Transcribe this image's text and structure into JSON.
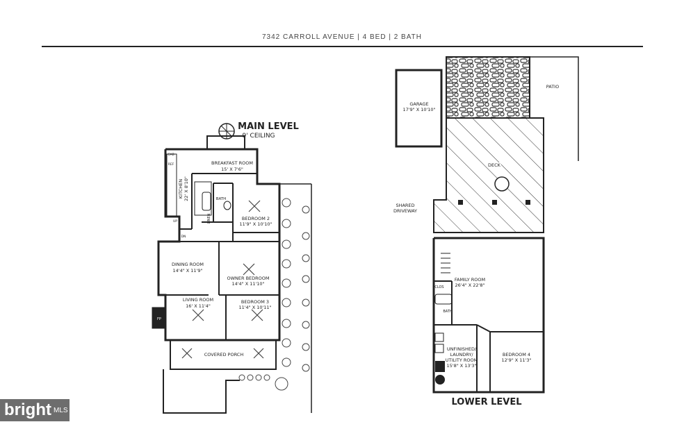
{
  "header": {
    "title": "7342 CARROLL AVENUE | 4 BED  | 2 BATH"
  },
  "main_level": {
    "title": "MAIN LEVEL",
    "subtitle": "9' CEILING",
    "rooms": {
      "breakfast": {
        "name": "BREAKFAST ROOM",
        "dims": "15' X 7'6\""
      },
      "kitchen": {
        "name": "KITCHEN",
        "dims": "22' X 8'10\""
      },
      "bath": {
        "name": "BATH"
      },
      "bedroom2": {
        "name": "BEDROOM 2",
        "dims": "11'9\" X 10'10\""
      },
      "dining": {
        "name": "DINING ROOM",
        "dims": "14'4\" X 11'9\""
      },
      "owner": {
        "name": "OWNER BEDROOM",
        "dims": "14'4\" X 11'10\""
      },
      "living": {
        "name": "LIVING ROOM",
        "dims": "16' X 11'4\""
      },
      "bedroom3": {
        "name": "BEDROOM 3",
        "dims": "11'4\" X 10'11\""
      },
      "porch": {
        "name": "COVERED PORCH"
      }
    },
    "small_labels": {
      "cab": "CAB",
      "ref": "REF",
      "linen": "LINEN",
      "fp": "FP",
      "dn": "DN",
      "up": "UP"
    }
  },
  "site": {
    "garage": {
      "name": "GARAGE",
      "dims": "17'9\" X 10'10\""
    },
    "patio": "PATIO",
    "deck": "DECK",
    "driveway_line1": "SHARED",
    "driveway_line2": "DRIVEWAY"
  },
  "lower_level": {
    "title": "LOWER LEVEL",
    "rooms": {
      "family": {
        "name": "FAMILY ROOM",
        "dims": "26'4\" X 22'8\""
      },
      "clos": {
        "name": "CLOS"
      },
      "bath": {
        "name": "BATH"
      },
      "utility": {
        "line1": "UNFINISHED/",
        "line2": "LAUNDRY/",
        "line3": "UTILITY ROOM",
        "dims": "15'8\" X 13'3\""
      },
      "bedroom4": {
        "name": "BEDROOM 4",
        "dims": "12'9\" X 11'3\""
      }
    }
  },
  "watermark": {
    "brand": "bright",
    "suffix": "MLS"
  }
}
